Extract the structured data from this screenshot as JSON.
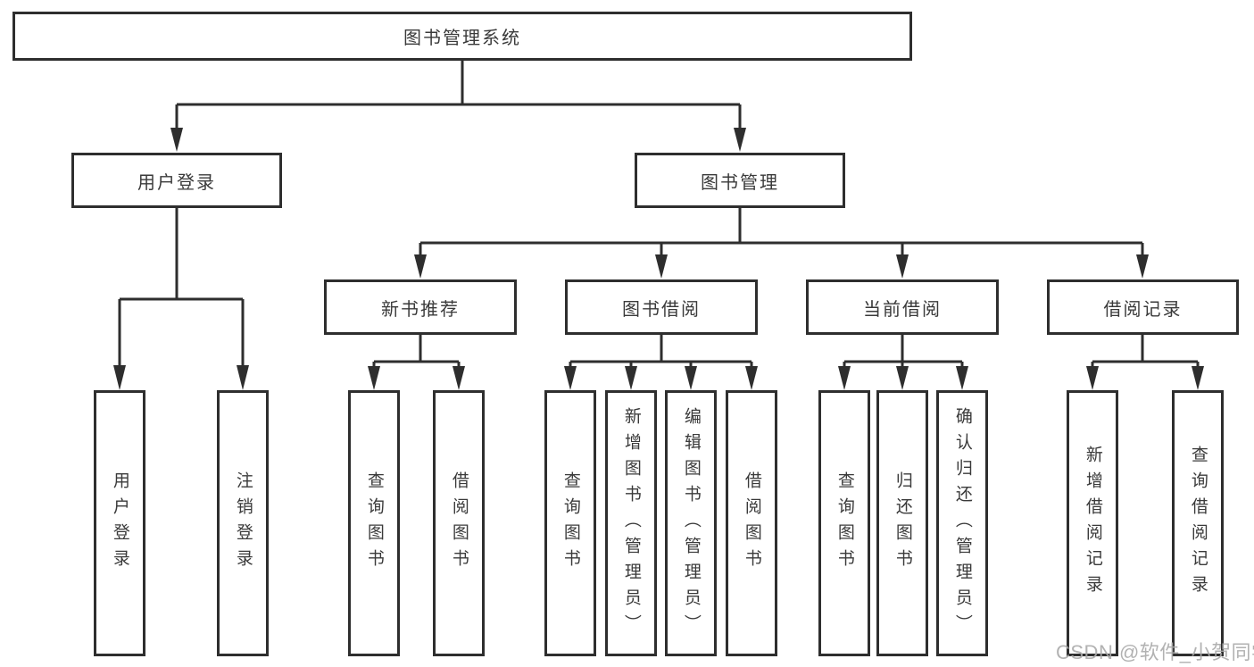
{
  "diagram": {
    "root": {
      "label": "图书管理系统",
      "children": [
        {
          "label": "用户登录",
          "children": [
            {
              "label": "用户登录"
            },
            {
              "label": "注销登录"
            }
          ]
        },
        {
          "label": "图书管理",
          "children": [
            {
              "label": "新书推荐",
              "children": [
                {
                  "label": "查询图书"
                },
                {
                  "label": "借阅图书"
                }
              ]
            },
            {
              "label": "图书借阅",
              "children": [
                {
                  "label": "查询图书"
                },
                {
                  "label": "新增图书（管理员）"
                },
                {
                  "label": "编辑图书（管理员）"
                },
                {
                  "label": "借阅图书"
                }
              ]
            },
            {
              "label": "当前借阅",
              "children": [
                {
                  "label": "查询图书"
                },
                {
                  "label": "归还图书"
                },
                {
                  "label": "确认归还（管理员）"
                }
              ]
            },
            {
              "label": "借阅记录",
              "children": [
                {
                  "label": "新增借阅记录"
                },
                {
                  "label": "查询借阅记录"
                }
              ]
            }
          ]
        }
      ]
    }
  },
  "colors": {
    "line": "#2e2e2e",
    "text": "#3a3a3a",
    "watermark": "#aaaaaa"
  },
  "watermark": {
    "text": "CSDN @软件_小贺同学"
  }
}
